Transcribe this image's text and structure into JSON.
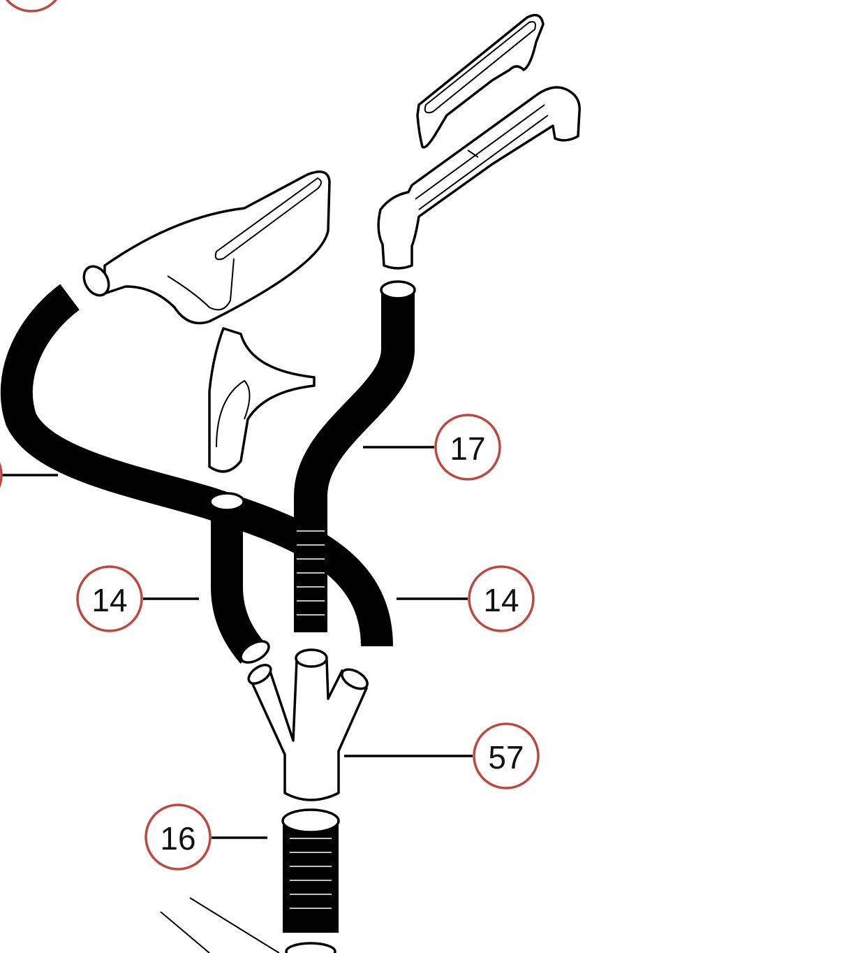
{
  "diagram": {
    "callout_color": "#c0473f",
    "callouts": [
      {
        "id": "17",
        "label": "17"
      },
      {
        "id": "14a",
        "label": "14"
      },
      {
        "id": "14b",
        "label": "14"
      },
      {
        "id": "57",
        "label": "57"
      },
      {
        "id": "16",
        "label": "16"
      }
    ]
  }
}
